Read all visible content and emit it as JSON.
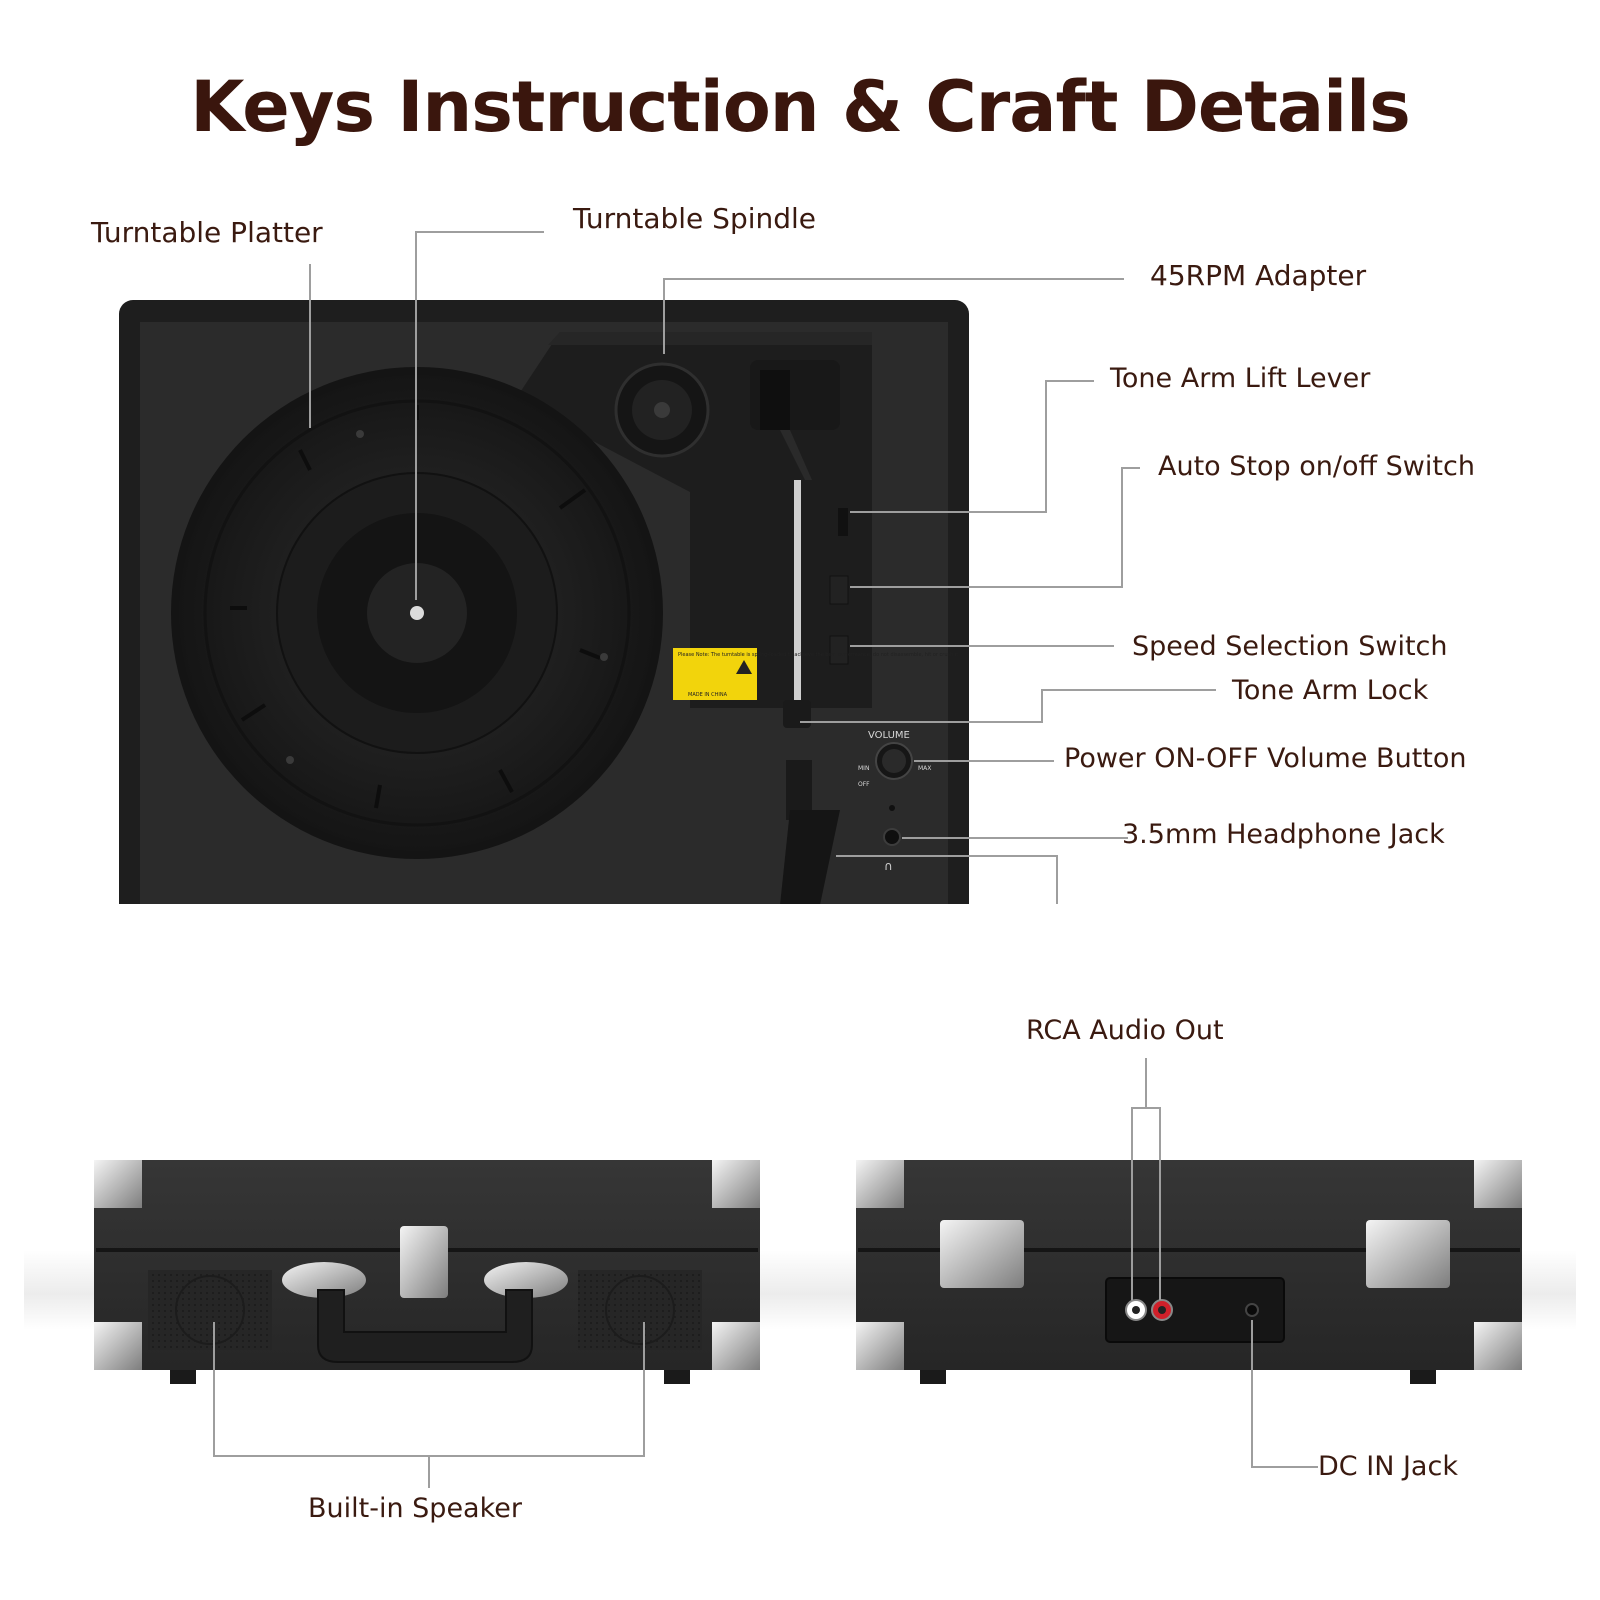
{
  "title": "Keys Instruction & Craft Details",
  "labels": {
    "turntable_platter": "Turntable Platter",
    "turntable_spindle": "Turntable Spindle",
    "adapter_45rpm": "45RPM Adapter",
    "tone_arm_lift_lever": "Tone Arm Lift Lever",
    "auto_stop_switch": "Auto Stop on/off Switch",
    "speed_selection_switch": "Speed Selection Switch",
    "tone_arm_lock": "Tone Arm Lock",
    "power_volume_button": "Power ON-OFF Volume Button",
    "headphone_jack": "3.5mm Headphone Jack",
    "rca_audio_out": "RCA Audio Out",
    "builtin_speaker": "Built-in Speaker",
    "dc_in_jack": "DC IN Jack"
  },
  "panel_text": {
    "volume": "VOLUME",
    "min": "MIN",
    "max": "MAX",
    "off": "OFF",
    "sticker": "Please Note: The turntable is spring-loaded to achieve the best performance, do not disassemble, hit or crush it.",
    "made_in": "MADE IN CHINA"
  },
  "colors": {
    "title": "#3a160d",
    "label": "#3a1a10",
    "leader": "#9e9e9e",
    "case": "#2a2a2a",
    "sticker": "#f2d40c",
    "rca_red": "#d0202a"
  }
}
